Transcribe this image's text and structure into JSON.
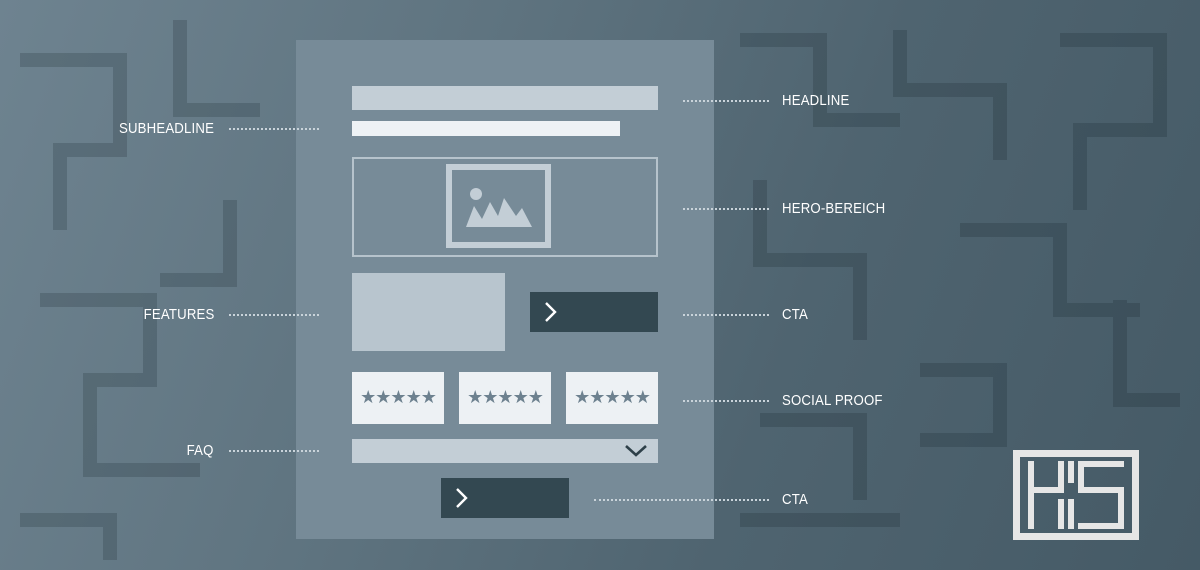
{
  "labels": {
    "headline": "HEADLINE",
    "subheadline": "SUBHEADLINE",
    "hero": "HERO-BEREICH",
    "features": "FEATURES",
    "cta_top": "CTA",
    "social_proof": "SOCIAL PROOF",
    "faq": "FAQ",
    "cta_bottom": "CTA"
  },
  "reviews": [
    {
      "stars": "★★★★★",
      "rating": 5
    },
    {
      "stars": "★★★★★",
      "rating": 5
    },
    {
      "stars": "★★★★★",
      "rating": 5
    }
  ],
  "icons": {
    "hero": "image-placeholder-icon",
    "cta": "chevron-right-icon",
    "faq": "chevron-down-icon",
    "logo": "hs-logo"
  },
  "colors": {
    "background_dark": "#455a66",
    "background_light": "#6e8390",
    "wireframe": "#778b98",
    "bar": "#c3ced6",
    "cta": "#334851",
    "star": "#6d818f",
    "logo": "#e6e6e6"
  }
}
